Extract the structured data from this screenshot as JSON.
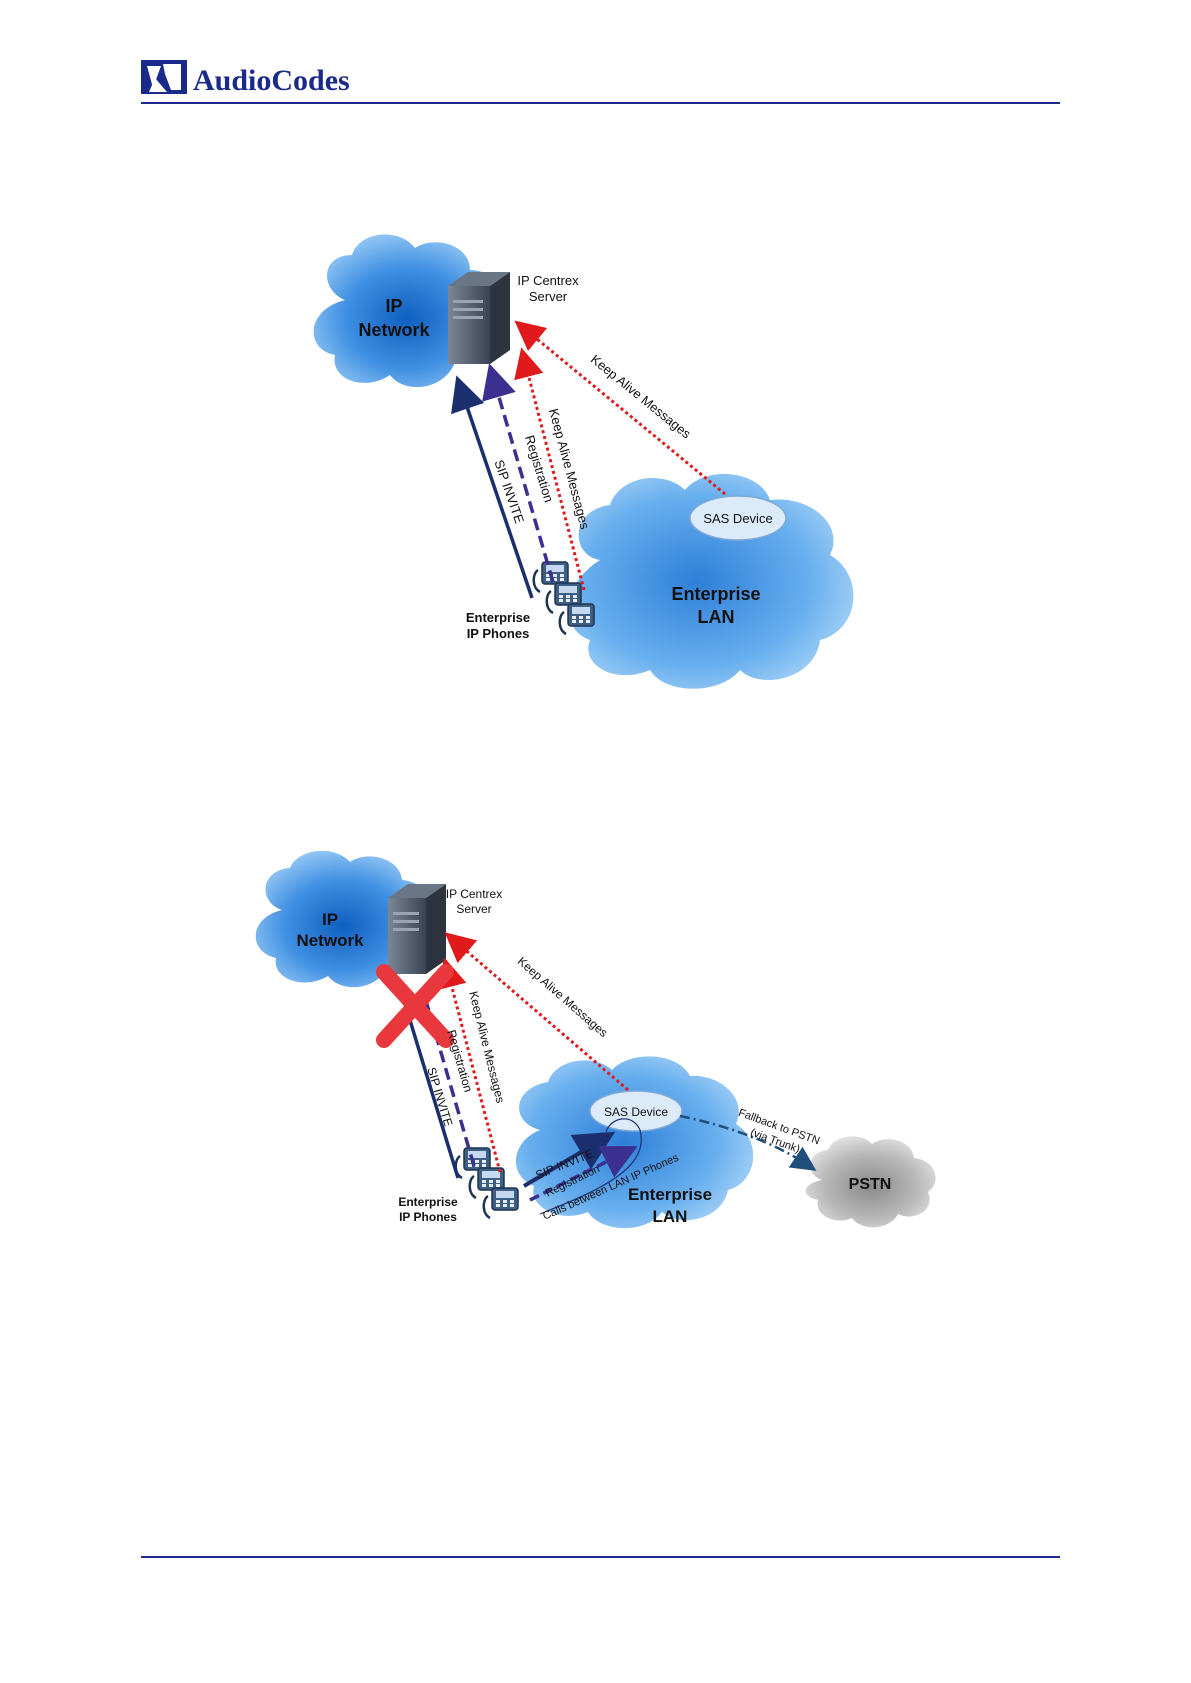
{
  "header": {
    "brand": "AudioCodes",
    "colors": {
      "brand_blue": "#1a2a8a",
      "rule": "#1a2a8a"
    }
  },
  "colors": {
    "cloud_blue": "#5aa6ec",
    "cloud_blue_dark": "#1f6fc9",
    "pstn_gray": "#a8a8a8",
    "sip_line": "#1b2f6e",
    "registration_dash": "#3b2f8f",
    "keepalive_dot": "#e0191b",
    "fallback_dash": "#1f4f7a",
    "cross_red": "#e8383d"
  },
  "diagram1": {
    "ip_network": "IP Network",
    "ip_network_line1": "IP",
    "ip_network_line2": "Network",
    "server_label_line1": "IP Centrex",
    "server_label_line2": "Server",
    "keep_alive_long": "Keep Alive Messages",
    "keep_alive_short": "Keep Alive Messages",
    "registration": "Registration",
    "sip_invite": "SIP INVITE",
    "sas_device": "SAS Device",
    "enterprise_lan_line1": "Enterprise",
    "enterprise_lan_line2": "LAN",
    "phones_line1": "Enterprise",
    "phones_line2": "IP Phones"
  },
  "diagram2": {
    "ip_network_line1": "IP",
    "ip_network_line2": "Network",
    "server_label_line1": "IP Centrex",
    "server_label_line2": "Server",
    "keep_alive_long": "Keep Alive Messages",
    "keep_alive_short": "Keep Alive Messages",
    "registration": "Registration",
    "sip_invite": "SIP INVITE",
    "sas_device": "SAS Device",
    "enterprise_lan_line1": "Enterprise",
    "enterprise_lan_line2": "LAN",
    "phones_line1": "Enterprise",
    "phones_line2": "IP Phones",
    "local_sip_invite": "SIP INVITE",
    "local_registration": "Registration",
    "local_calls": "Calls between LAN IP Phones",
    "fallback_line1": "Fallback to PSTN",
    "fallback_line2": "(via Trunk)",
    "pstn": "PSTN"
  }
}
